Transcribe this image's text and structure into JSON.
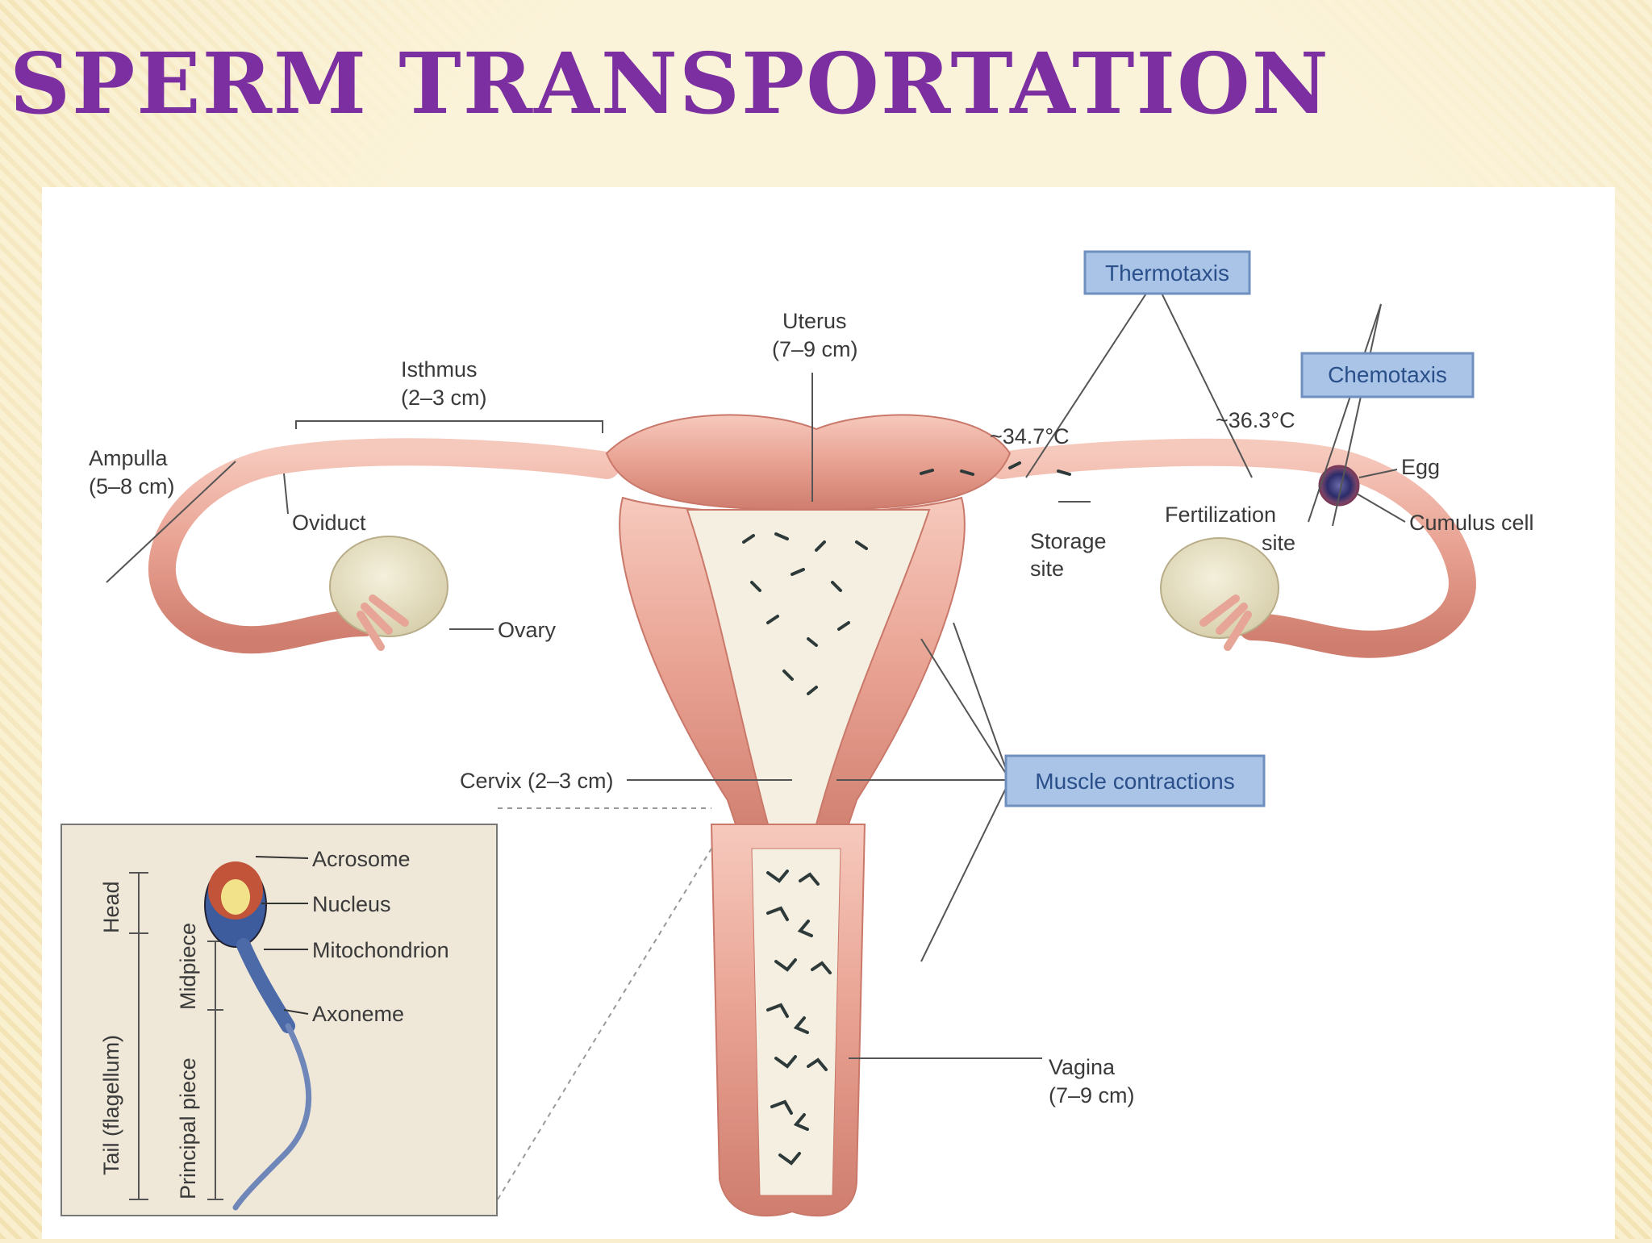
{
  "title": "SPERM TRANSPORTATION",
  "labels": {
    "uterus": "Uterus",
    "uterus_size": "(7–9 cm)",
    "isthmus": "Isthmus",
    "isthmus_size": "(2–3 cm)",
    "ampulla": "Ampulla",
    "ampulla_size": "(5–8 cm)",
    "oviduct": "Oviduct",
    "ovary": "Ovary",
    "temp_left": "~34.7°C",
    "temp_right": "~36.3°C",
    "storage_1": "Storage",
    "storage_2": "site",
    "fert_1": "Fertilization",
    "fert_2": "site",
    "egg": "Egg",
    "cumulus": "Cumulus cell",
    "cervix": "Cervix (2–3 cm)",
    "vagina": "Vagina",
    "vagina_size": "(7–9 cm)"
  },
  "boxes": {
    "thermotaxis": "Thermotaxis",
    "chemotaxis": "Chemotaxis",
    "muscle": "Muscle contractions"
  },
  "inset": {
    "acrosome": "Acrosome",
    "nucleus": "Nucleus",
    "mitochondrion": "Mitochondrion",
    "axoneme": "Axoneme",
    "head": "Head",
    "tail": "Tail (flagellum)",
    "midpiece": "Midpiece",
    "principal": "Principal piece"
  },
  "colors": {
    "title": "#7b2fa0",
    "tissue": "#e9a99a",
    "tissue_dark": "#c9786a",
    "box_fill": "#a9c4e6"
  }
}
